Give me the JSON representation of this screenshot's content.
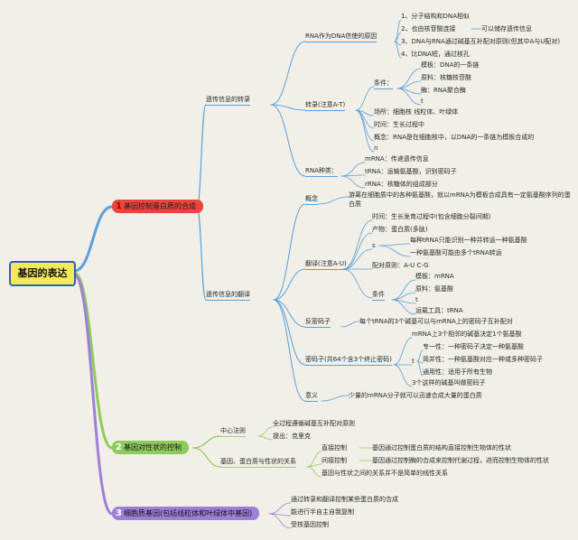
{
  "root": "基因的表达",
  "branch1": {
    "num": "1",
    "title": "基因控制蛋白质的合成",
    "transcription": {
      "label": "遗传信息的转录",
      "reason": {
        "label": "RNA作为DNA信使的原因",
        "items": [
          "1、分子结构和DNA相似",
          "2、也由核苷酸连接",
          "可以储存遗传信息",
          "3、DNA与RNA通过碱基互补配对原则(但其中A与U配对)",
          "4、比DNA短，通过核孔"
        ]
      },
      "process": {
        "label": "转录(注意A-T)",
        "conditions": {
          "label": "条件：",
          "template": "模板：DNA的一条链",
          "material": "原料：核糖核苷酸",
          "enzyme": "酶：RNA聚合酶",
          "t": "t"
        },
        "place": "场所：细胞核 线粒体、叶绿体",
        "time": "时间：生长过程中",
        "concept": "概念：RNA是在细胞核中，以DNA的一条链为模板合成的",
        "n": "n"
      },
      "rna_types": {
        "label": "RNA种类：",
        "items": [
          "mRNA：传递遗传信息",
          "tRNA：运输氨基酸，识别密码子",
          "rRNA：核糖体的组成部分"
        ]
      }
    },
    "translation": {
      "label": "遗传信息的翻译",
      "concept": {
        "label": "概念",
        "text1": "游离在细胞质中的各种氨基酸，就以mRNA为模板合成具有一定氨基酸序列的蛋",
        "text2": "白质"
      },
      "process": {
        "label": "翻译(注意A-U)",
        "time": "时间：生长发育过程中(包含细胞分裂间期)",
        "product": "产物：蛋白质(多肽)",
        "s": "s",
        "s1": "每种tRNA只能识别一种并转运一种氨基酸",
        "s2": "一种氨基酸可能由多个tRNA转运",
        "pairing": "配对原则：A-U C-G",
        "conditions": {
          "label": "条件",
          "template": "模板：mRNA",
          "material": "原料：氨基酸",
          "t": "t",
          "tool": "运载工具：tRNA"
        }
      },
      "anticodon": {
        "label": "反密码子",
        "text": "每个tRNA的3个碱基可以与mRNA上的密码子互补配对"
      },
      "codon": {
        "label": "密码子(共64个含3个终止密码)",
        "top": "mRNA上3个相邻的碱基决定1个氨基酸",
        "t": "t",
        "traits": [
          "专一性：一种密码子决定一种氨基酸",
          "简并性：一种氨基酸对应一种或多种密码子",
          "通用性：适用于所有生物"
        ],
        "bottom": "3个这样的碱基叫做密码子"
      },
      "significance": {
        "label": "意义",
        "text": "少量的mRNA分子就可以迅速合成大量的蛋白质"
      }
    }
  },
  "branch2": {
    "num": "2",
    "title": "基因对性状的控制",
    "central": {
      "label": "中心法则",
      "items": [
        "全过程遵循碱基互补配对原则",
        "提出：克里克"
      ]
    },
    "relation": {
      "label": "基因、蛋白质与性状的关系",
      "direct": {
        "label": "直接控制",
        "text": "基因通过控制蛋白质的结构直接控制生物体的性状"
      },
      "indirect": {
        "label": "间接控制",
        "text": "基因通过控制酶的合成来控制代谢过程，进而控制生物体的性状"
      },
      "note": "基因与性状之间的关系并不是简单的线性关系"
    }
  },
  "branch3": {
    "num": "3",
    "title": "细胞质基因(包括线粒体和叶绿体中基因)",
    "items": [
      "通过转录和翻译控制某些蛋白质的合成",
      "能进行半自主自我复制",
      "受核基因控制"
    ]
  },
  "colors": {
    "blue": "#5aa0d8",
    "green": "#8ecb5d",
    "purple": "#9d7fd8",
    "red": "#e8463c",
    "root_fill": "#f4ea55",
    "root_border": "#2f5fb8"
  }
}
